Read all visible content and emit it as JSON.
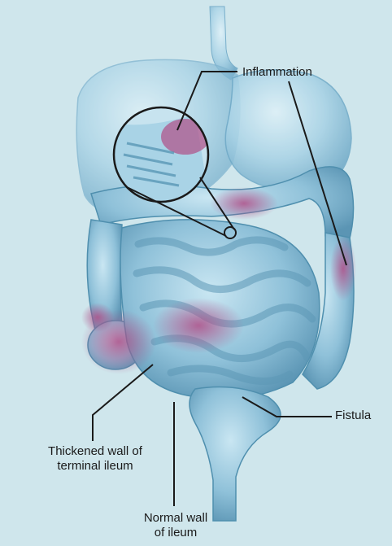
{
  "labels": {
    "inflammation": "Inflammation",
    "fistula": "Fistula",
    "thickened_line1": "Thickened wall of",
    "thickened_line2": "terminal ileum",
    "normal_line1": "Normal wall",
    "normal_line2": "of ileum"
  },
  "colors": {
    "background": "#cfe6ec",
    "organ_light": "#bfe0ee",
    "organ_mid": "#8ec3dc",
    "organ_dark": "#4f8fae",
    "inflamed": "#b0578c",
    "leader_line": "#1a1a1a"
  }
}
